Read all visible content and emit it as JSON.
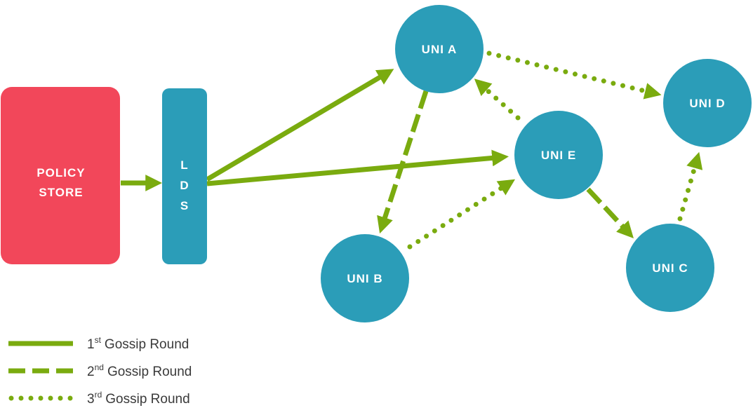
{
  "colors": {
    "policy_store": "#f2475a",
    "lds": "#2b9db8",
    "uni_node": "#2b9db8",
    "arrow": "#7aab0f",
    "label_text": "#ffffff",
    "legend_text": "#3a3a3a"
  },
  "policy_store": {
    "line1": "POLICY",
    "line2": "STORE"
  },
  "lds": {
    "letters": [
      "L",
      "D",
      "S"
    ]
  },
  "nodes": {
    "uni_a": "UNI A",
    "uni_b": "UNI B",
    "uni_c": "UNI C",
    "uni_d": "UNI D",
    "uni_e": "UNI E"
  },
  "edges": [
    {
      "from": "POLICY STORE",
      "to": "LDS",
      "round": 1
    },
    {
      "from": "LDS",
      "to": "UNI A",
      "round": 1
    },
    {
      "from": "LDS",
      "to": "UNI E",
      "round": 1
    },
    {
      "from": "UNI A",
      "to": "UNI B",
      "round": 2
    },
    {
      "from": "UNI E",
      "to": "UNI C",
      "round": 2
    },
    {
      "from": "UNI A",
      "to": "UNI D",
      "round": 3
    },
    {
      "from": "UNI E",
      "to": "UNI A",
      "round": 3
    },
    {
      "from": "UNI B",
      "to": "UNI E",
      "round": 3
    },
    {
      "from": "UNI C",
      "to": "UNI D",
      "round": 3
    }
  ],
  "legend": [
    {
      "number": "1",
      "sup": "st",
      "text": "Gossip Round",
      "style": "solid"
    },
    {
      "number": "2",
      "sup": "nd",
      "text": "Gossip Round",
      "style": "dashed"
    },
    {
      "number": "3",
      "sup": "rd",
      "text": "Gossip Round",
      "style": "dotted"
    }
  ]
}
